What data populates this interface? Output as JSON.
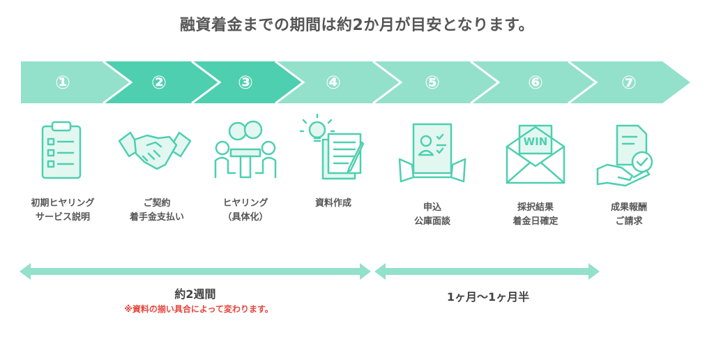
{
  "title": "融資着金までの期間は約2か月が目安となります。",
  "colors": {
    "band_light": "#93e0cb",
    "band_dark": "#4dcfb0",
    "icon_stroke": "#4dcfb0",
    "icon_fill": "#e3f7f1",
    "span_bar": "#93e0cb",
    "note_red": "#e8433a",
    "text": "#555555"
  },
  "steps": [
    {
      "num": "①",
      "lines": [
        "初期ヒヤリング",
        "サービス説明"
      ],
      "icon": "clipboard-checklist-icon",
      "highlight": false
    },
    {
      "num": "②",
      "lines": [
        "ご契約",
        "着手金支払い"
      ],
      "icon": "handshake-icon",
      "highlight": true
    },
    {
      "num": "③",
      "lines": [
        "ヒヤリング",
        "（具体化）"
      ],
      "icon": "meeting-table-icon",
      "highlight": true
    },
    {
      "num": "④",
      "lines": [
        "資料作成"
      ],
      "icon": "document-lightbulb-pen-icon",
      "highlight": false
    },
    {
      "num": "⑤",
      "lines": [
        "申込",
        "公庫面談"
      ],
      "icon": "application-form-icon",
      "highlight": false
    },
    {
      "num": "⑥",
      "lines": [
        "採択結果",
        "着金日確定"
      ],
      "icon": "win-envelope-icon",
      "highlight": false
    },
    {
      "num": "⑦",
      "lines": [
        "成果報酬",
        "ご請求"
      ],
      "icon": "hand-document-check-icon",
      "highlight": false
    }
  ],
  "spans": [
    {
      "label": "約2週間"
    },
    {
      "label": "1ヶ月〜1ヶ月半"
    }
  ],
  "note": "※資料の揃い具合によって変わります。"
}
